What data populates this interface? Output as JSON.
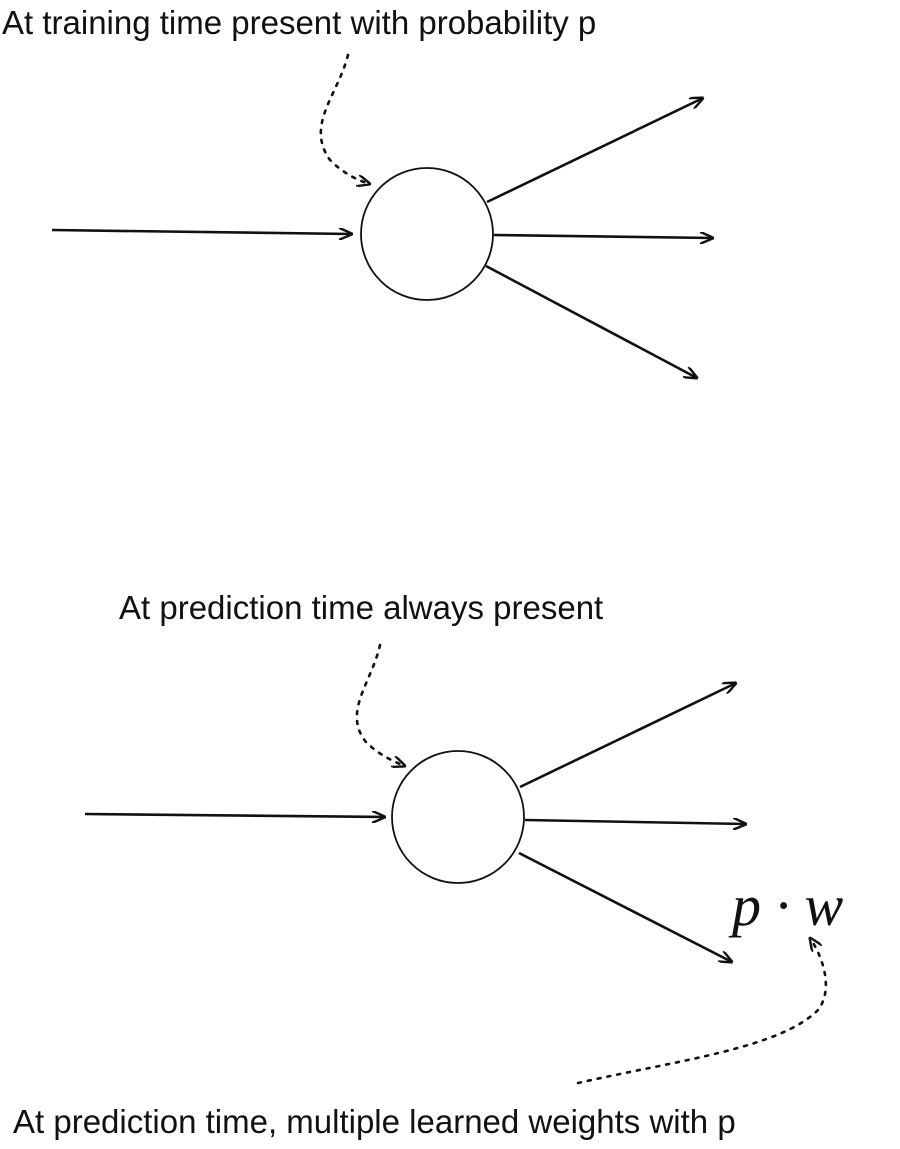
{
  "labels": {
    "training_caption": "At training time present with probability p",
    "prediction_caption": "At prediction time always present",
    "weights_caption": "At prediction time, multiple learned weights with p",
    "formula": "p · w"
  },
  "colors": {
    "ink": "#111111",
    "background": "#ffffff"
  }
}
